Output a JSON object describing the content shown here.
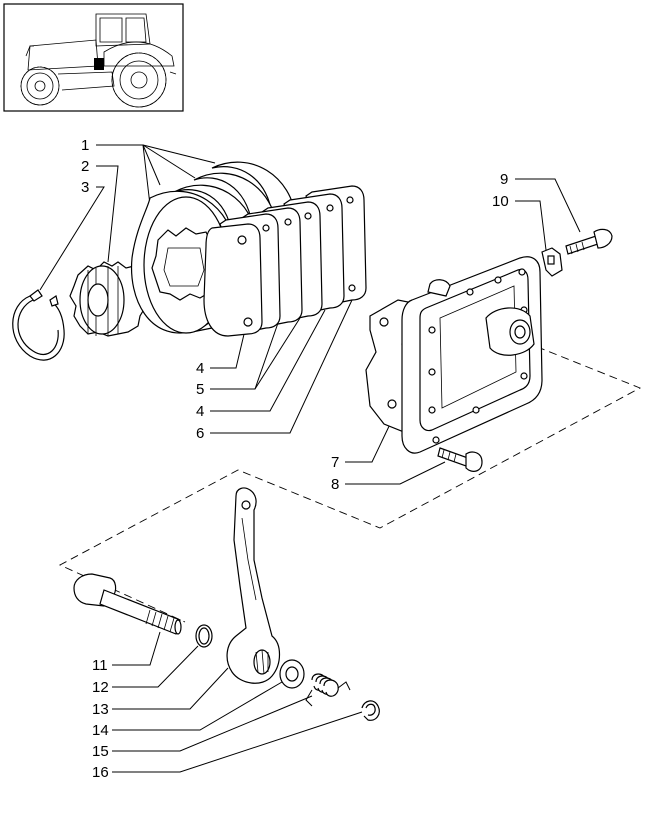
{
  "callouts": [
    {
      "id": "c1",
      "text": "1"
    },
    {
      "id": "c2",
      "text": "2"
    },
    {
      "id": "c3",
      "text": "3"
    },
    {
      "id": "c4a",
      "text": "4"
    },
    {
      "id": "c5",
      "text": "5"
    },
    {
      "id": "c4b",
      "text": "4"
    },
    {
      "id": "c6",
      "text": "6"
    },
    {
      "id": "c7",
      "text": "7"
    },
    {
      "id": "c8",
      "text": "8"
    },
    {
      "id": "c9",
      "text": "9"
    },
    {
      "id": "c10",
      "text": "10"
    },
    {
      "id": "c11",
      "text": "11"
    },
    {
      "id": "c12",
      "text": "12"
    },
    {
      "id": "c13",
      "text": "13"
    },
    {
      "id": "c14",
      "text": "14"
    },
    {
      "id": "c15",
      "text": "15"
    },
    {
      "id": "c16",
      "text": "16"
    }
  ],
  "icons": {
    "thumbnail": "tractor-icon"
  }
}
